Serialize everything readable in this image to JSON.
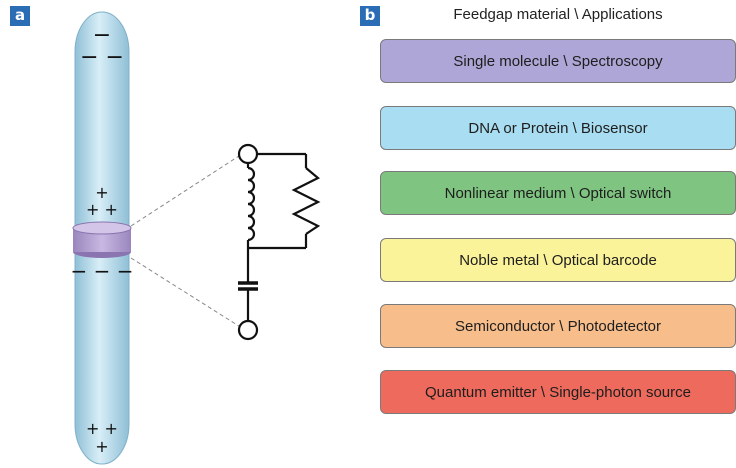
{
  "panel_a": {
    "label": "a",
    "charges": {
      "top": "− − −",
      "upper_plus": "+ + +",
      "lower_minus": "− − −",
      "bottom_plus": "+ + +"
    },
    "colors": {
      "rod": "#b7dcec",
      "gap": "#b7a4d4"
    }
  },
  "panel_b": {
    "label": "b",
    "header": "Feedgap material \\ Applications",
    "items": [
      {
        "text": "Single molecule \\ Spectroscopy",
        "color": "#aea6d6"
      },
      {
        "text": "DNA or Protein \\ Biosensor",
        "color": "#a9ddf1"
      },
      {
        "text": "Nonlinear medium \\ Optical switch",
        "color": "#7fc481"
      },
      {
        "text": "Noble metal \\ Optical barcode",
        "color": "#fbf39a"
      },
      {
        "text": "Semiconductor \\ Photodetector",
        "color": "#f7be8c"
      },
      {
        "text": "Quantum emitter \\ Single-photon source",
        "color": "#ed6a5c"
      }
    ]
  }
}
